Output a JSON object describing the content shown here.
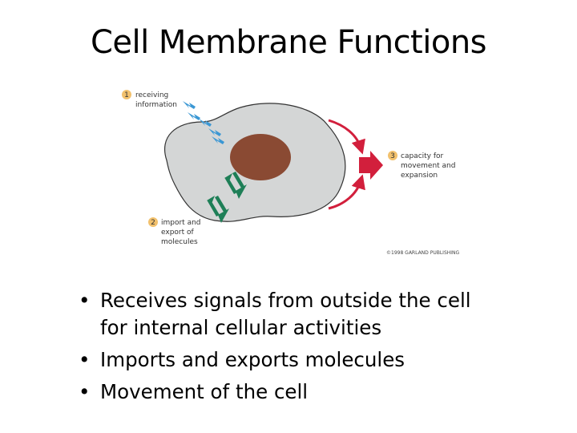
{
  "slide": {
    "title": "Cell Membrane Functions",
    "bullets": [
      {
        "line1": "Receives signals from outside the cell",
        "line2": "for internal cellular activities"
      },
      {
        "line1": "Imports and exports molecules"
      },
      {
        "line1": "Movement of the cell"
      }
    ],
    "bullet_glyph": "•"
  },
  "diagram": {
    "labels": [
      {
        "number": "1",
        "lines": [
          "receiving",
          "information"
        ]
      },
      {
        "number": "2",
        "lines": [
          "import and",
          "export of",
          "molecules"
        ]
      },
      {
        "number": "3",
        "lines": [
          "capacity for",
          "movement and",
          "expansion"
        ]
      }
    ],
    "copyright": "©1998 GARLAND PUBLISHING",
    "colors": {
      "cell_fill": "#d4d6d6",
      "cell_outline": "#333333",
      "nucleus": "#8a4a33",
      "signal_arrows": "#3a97d4",
      "transport_arrows": "#1e7f57",
      "movement_arrows": "#d21f3c",
      "number_badge": "#f2c16d"
    }
  }
}
